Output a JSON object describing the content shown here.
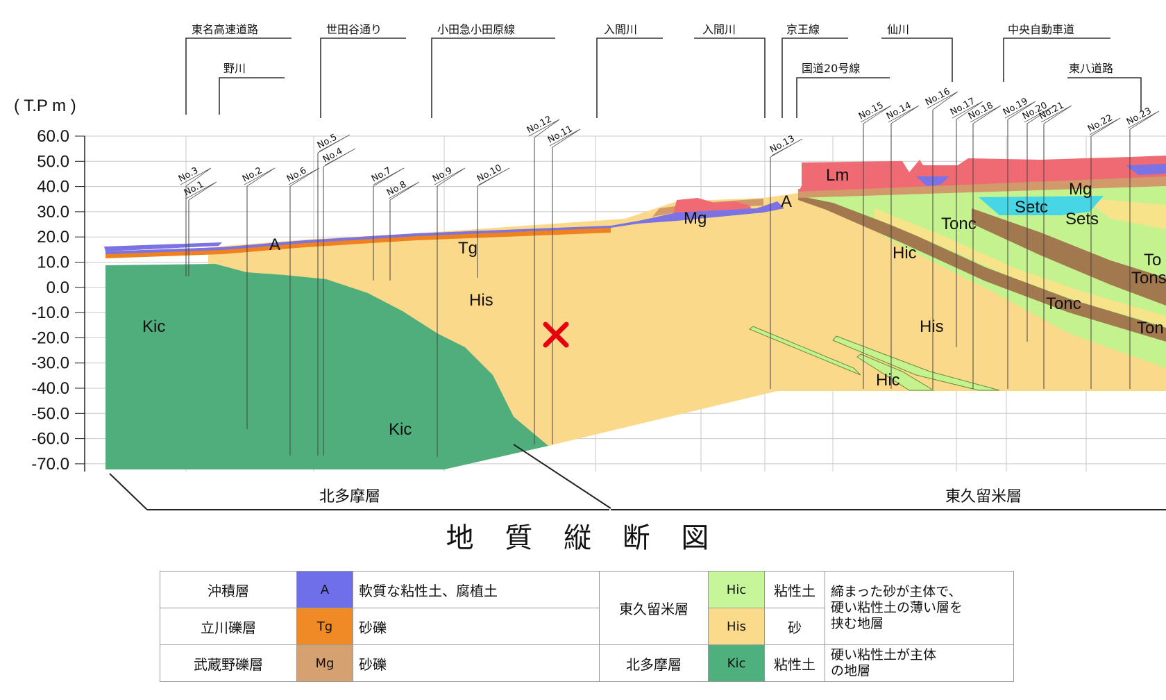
{
  "axis": {
    "unit_label": "( T.P m )",
    "ticks": [
      "60.0",
      "50.0",
      "40.0",
      "30.0",
      "20.0",
      "10.0",
      "0.0",
      "-10.0",
      "-20.0",
      "-30.0",
      "-40.0",
      "-50.0",
      "-60.0",
      "-70.0"
    ]
  },
  "landmarks": {
    "tomei": "東名高速道路",
    "nogawa": "野川",
    "setagaya": "世田谷通り",
    "odakyu": "小田急小田原線",
    "iriai1": "入間川",
    "iriai2": "入間川",
    "keio": "京王線",
    "route20": "国道20号線",
    "sengawa": "仙川",
    "chuo": "中央自動車道",
    "tohachi": "東八道路"
  },
  "boreholes": [
    "No.3",
    "No.1",
    "No.2",
    "No.6",
    "No.5",
    "No.4",
    "No.7",
    "No.8",
    "No.9",
    "No.10",
    "No.12",
    "No.11",
    "No.13",
    "No.15",
    "No.14",
    "No.16",
    "No.17",
    "No.18",
    "No.19",
    "No.20",
    "No.21",
    "No.22",
    "No.23"
  ],
  "layer_labels": {
    "kic1": "Kic",
    "kic2": "Kic",
    "his1": "His",
    "his2": "His",
    "a1": "A",
    "a2": "A",
    "tg": "Tg",
    "mg1": "Mg",
    "mg2": "Mg",
    "lm": "Lm",
    "hic1": "Hic",
    "hic2": "Hic",
    "tonc": "Tonc",
    "setc": "Setc",
    "sets": "Sets",
    "tons": "Tons",
    "tonc2": "Tonc",
    "to": "To",
    "ton": "Ton"
  },
  "formations": {
    "kita": "北多摩層",
    "higashi": "東久留米層"
  },
  "title": "地 質 縦 断 図",
  "legend": {
    "rows": [
      {
        "name": "沖積層",
        "code": "A",
        "desc": "軟質な粘性土、腐植土",
        "color": "#6f6fea"
      },
      {
        "name": "立川礫層",
        "code": "Tg",
        "desc": "砂礫",
        "color": "#f08a24"
      },
      {
        "name": "武蔵野礫層",
        "code": "Mg",
        "desc": "砂礫",
        "color": "#d6a171"
      }
    ],
    "higashi_name": "東久留米層",
    "kita_name": "北多摩層",
    "hic": {
      "code": "Hic",
      "type": "粘性土",
      "color": "#c6f59a"
    },
    "his": {
      "code": "His",
      "type": "砂",
      "color": "#fadb8c"
    },
    "kic": {
      "code": "Kic",
      "type": "粘性土",
      "color": "#4eb07d"
    },
    "higashi_desc": "締まった砂が主体で、\n硬い粘性土の薄い層を\n挟む地層",
    "kita_desc": "硬い粘性土が主体\nの地層"
  },
  "colors": {
    "his": "#fbd98b",
    "kic": "#4fae7c",
    "a": "#7b72e3",
    "tg": "#f0811f",
    "mg": "#d29a6b",
    "lm": "#f06a74",
    "hic": "#c4f28e",
    "tonc_brown": "#a2794f",
    "sand_light": "#f7e38a",
    "setc": "#46d6e6",
    "marker": "#e60012"
  }
}
